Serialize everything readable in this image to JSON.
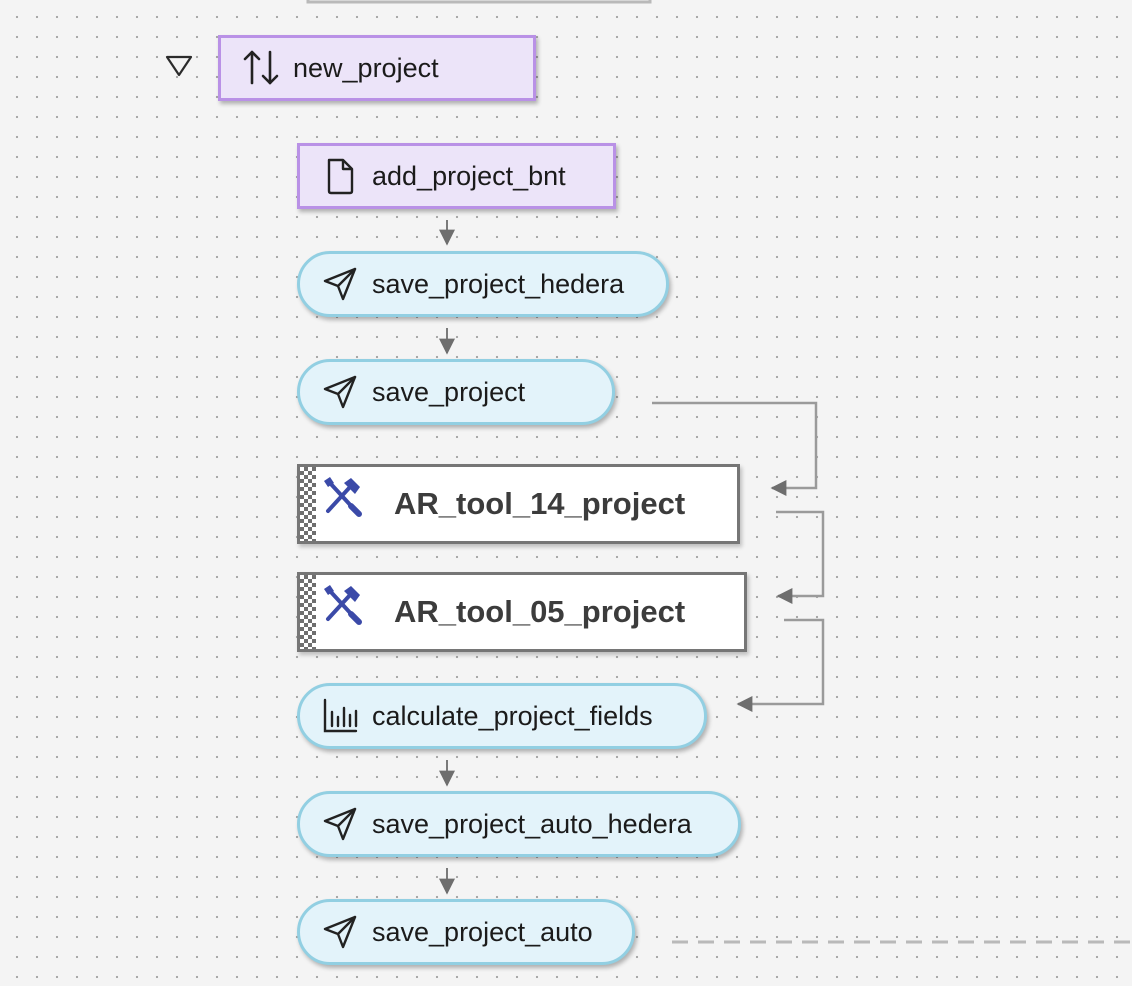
{
  "flow": {
    "group": {
      "label": "new_project",
      "icon": "arrows-up-down-icon",
      "toggle_icon": "collapse-triangle-icon"
    },
    "steps": [
      {
        "id": "add_project_bnt",
        "label": "add_project_bnt",
        "kind": "page",
        "icon": "file-icon"
      },
      {
        "id": "save_project_hedera",
        "label": "save_project_hedera",
        "kind": "send",
        "icon": "send-icon"
      },
      {
        "id": "save_project",
        "label": "save_project",
        "kind": "send",
        "icon": "send-icon"
      },
      {
        "id": "ar_tool_14",
        "label": "AR_tool_14_project",
        "kind": "tool",
        "icon": "tools-icon"
      },
      {
        "id": "ar_tool_05",
        "label": "AR_tool_05_project",
        "kind": "tool",
        "icon": "tools-icon"
      },
      {
        "id": "calculate_project_fields",
        "label": "calculate_project_fields",
        "kind": "calculate",
        "icon": "bar-chart-icon"
      },
      {
        "id": "save_project_auto_hedera",
        "label": "save_project_auto_hedera",
        "kind": "send",
        "icon": "send-icon"
      },
      {
        "id": "save_project_auto",
        "label": "save_project_auto",
        "kind": "send",
        "icon": "send-icon"
      }
    ]
  },
  "colors": {
    "purple_fill": "#ece4f9",
    "purple_border": "#b991e6",
    "cyan_fill": "#e3f3fa",
    "cyan_border": "#92cfe2",
    "tool_border": "#767676",
    "tool_icon": "#3b4aa8",
    "connector": "#8a8a8a"
  }
}
